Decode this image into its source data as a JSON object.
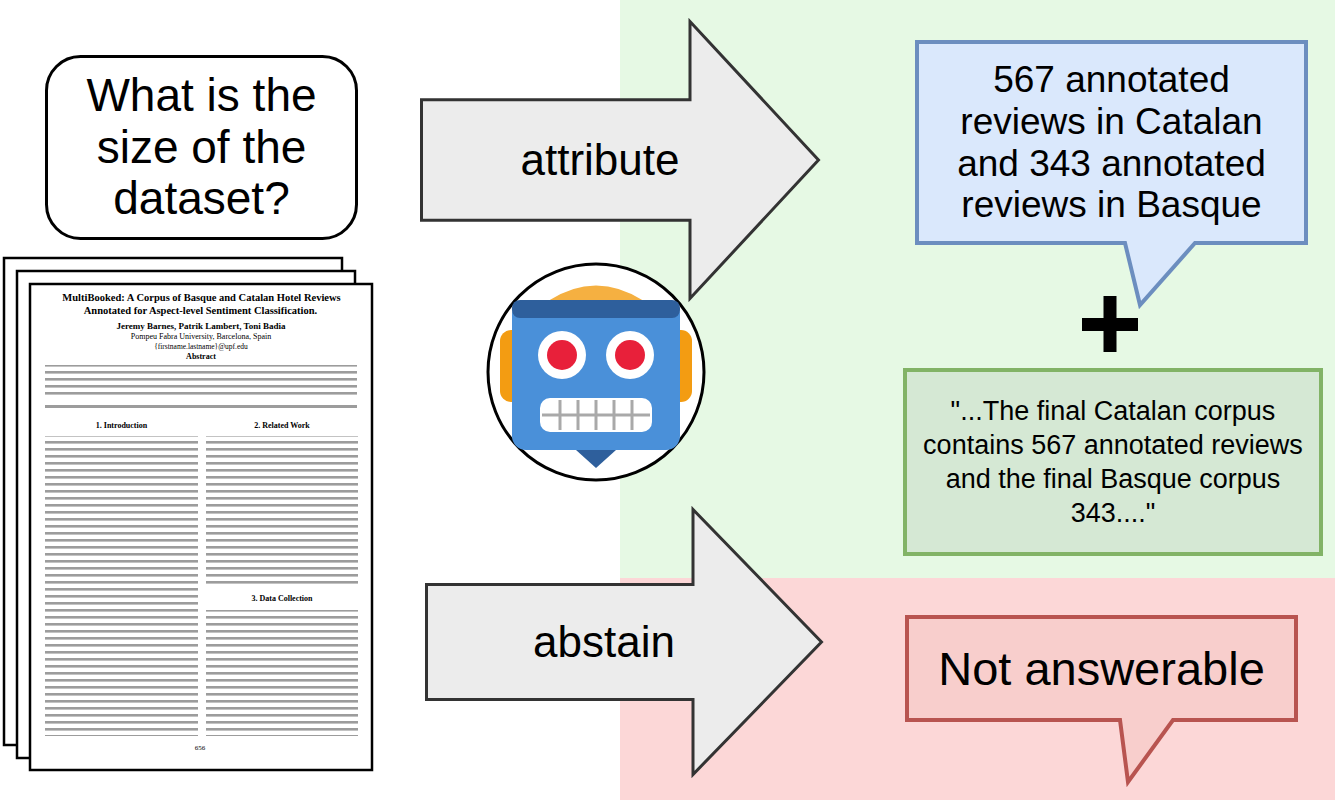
{
  "diagram": {
    "nodes": [
      {
        "text": [
          "What is the size of the dataset?"
        ]
      },
      {
        "text": [
          "attribute"
        ]
      },
      {
        "text": [
          "567 annotated reviews in Catalan and 343 annotated reviews in Basque"
        ]
      },
      {
        "text": [
          "\"...The final Catalan corpus contains 567 annotated reviews and the final Basque corpus 343....\""
        ]
      },
      {
        "text": [
          "abstain"
        ]
      },
      {
        "text": [
          "Not answerable"
        ]
      }
    ],
    "labels": [
      "MultiBooked: A Corpus of Basque and Catalan Hotel Reviews Annotated for Aspect-level Sentiment Classification.",
      "Jeremy Barnes, Patrik Lambert, Toni Badia",
      "Pompeu Fabra University, Barcelona, Spain",
      "{firstname.lastname}@upf.edu",
      "Abstract",
      "1. Introduction",
      "2. Related Work",
      "3. Data Collection",
      "656"
    ]
  }
}
